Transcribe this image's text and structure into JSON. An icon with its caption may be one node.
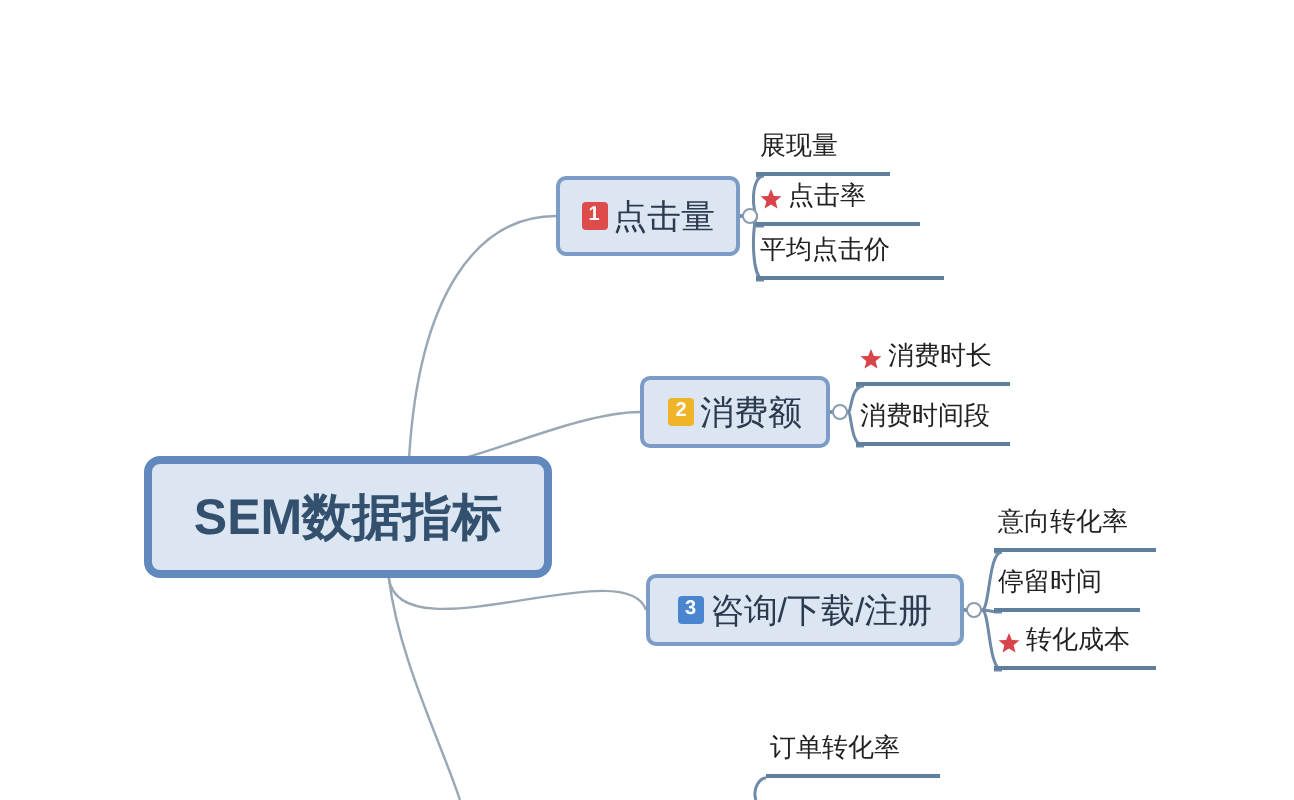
{
  "diagram": {
    "nodes": [
      {
        "text": [
          "SEM数据指标"
        ]
      },
      {
        "text": [
          "1",
          "点击量"
        ]
      },
      {
        "text": [
          "展现量"
        ]
      },
      {
        "text": [
          "点击率"
        ]
      },
      {
        "text": [
          "平均点击价"
        ]
      },
      {
        "text": [
          "2",
          "消费额"
        ]
      },
      {
        "text": [
          "消费时长"
        ]
      },
      {
        "text": [
          "消费时间段"
        ]
      },
      {
        "text": [
          "3",
          "咨询/下载/注册"
        ]
      },
      {
        "text": [
          "意向转化率"
        ]
      },
      {
        "text": [
          "停留时间"
        ]
      },
      {
        "text": [
          "转化成本"
        ]
      },
      {
        "text": [
          "订单转化率"
        ]
      }
    ],
    "edges": [
      {
        "from": 0,
        "to": 1,
        "arrow": "none"
      },
      {
        "from": 0,
        "to": 5,
        "arrow": "none"
      },
      {
        "from": 0,
        "to": 8,
        "arrow": "none"
      },
      {
        "from": 0,
        "to": null,
        "arrow": "none"
      },
      {
        "from": 1,
        "to": 2,
        "arrow": "none"
      },
      {
        "from": 1,
        "to": 3,
        "arrow": "none"
      },
      {
        "from": 1,
        "to": 4,
        "arrow": "none"
      },
      {
        "from": 5,
        "to": 6,
        "arrow": "none"
      },
      {
        "from": 5,
        "to": 7,
        "arrow": "none"
      },
      {
        "from": 8,
        "to": 9,
        "arrow": "none"
      },
      {
        "from": 8,
        "to": 10,
        "arrow": "none"
      },
      {
        "from": 8,
        "to": 11,
        "arrow": "none"
      },
      {
        "from": null,
        "to": 12,
        "arrow": "none"
      }
    ]
  }
}
